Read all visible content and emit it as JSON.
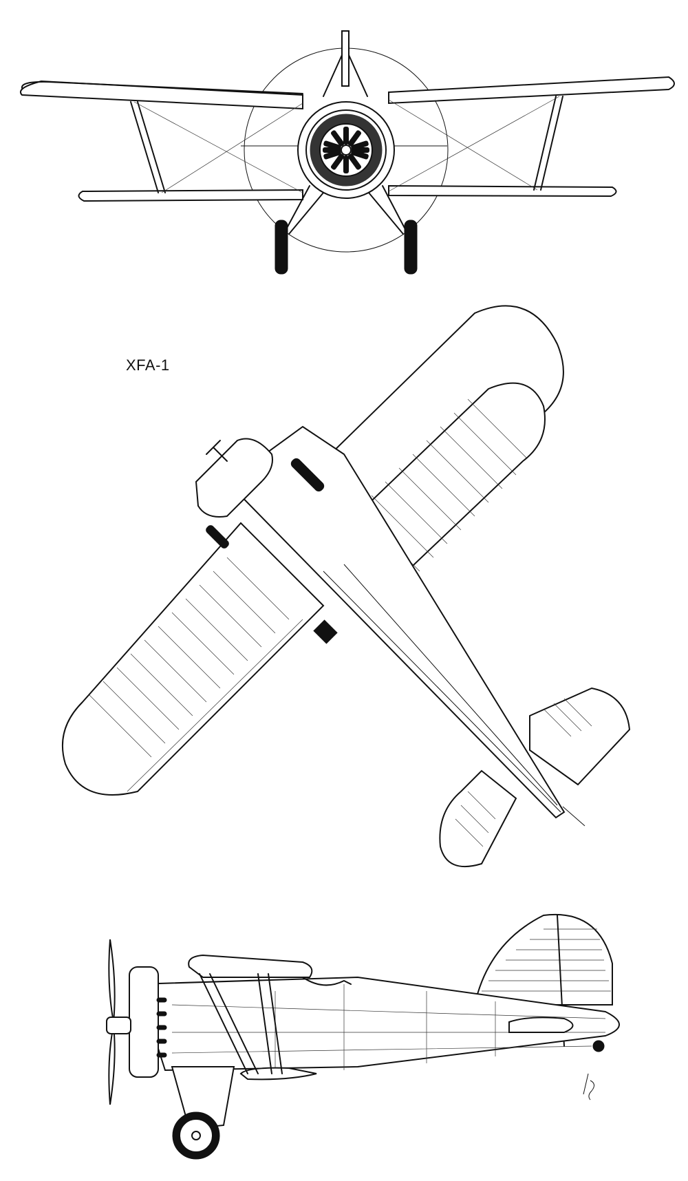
{
  "drawing": {
    "designation": "XFA-1",
    "views": [
      "front-view",
      "plan-view",
      "side-view"
    ]
  },
  "colors": {
    "ink": "#111111",
    "paper": "#ffffff"
  }
}
